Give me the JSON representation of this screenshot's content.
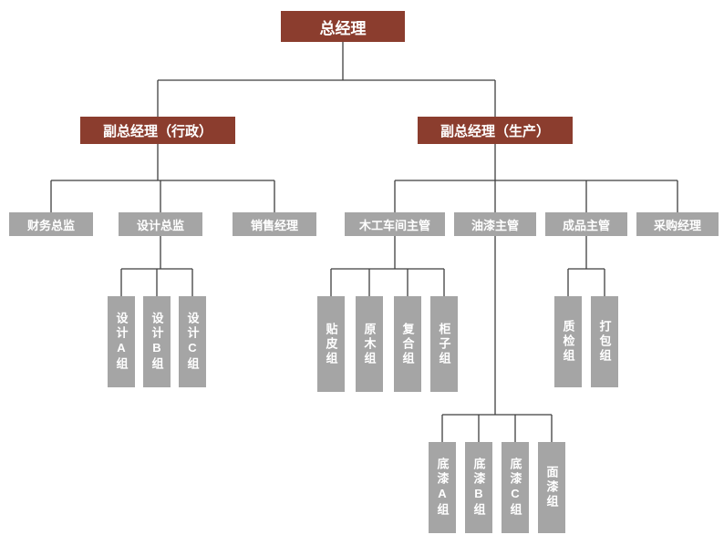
{
  "org": {
    "root": {
      "label": "总经理"
    },
    "deputies": [
      {
        "label": "副总经理（行政）"
      },
      {
        "label": "副总经理（生产）"
      }
    ],
    "managers": [
      {
        "label": "财务总监"
      },
      {
        "label": "设计总监"
      },
      {
        "label": "销售经理"
      },
      {
        "label": "木工车间主管"
      },
      {
        "label": "油漆主管"
      },
      {
        "label": "成品主管"
      },
      {
        "label": "采购经理"
      }
    ],
    "design_groups": [
      {
        "label": "设计A组"
      },
      {
        "label": "设计B组"
      },
      {
        "label": "设计C组"
      }
    ],
    "wood_groups": [
      {
        "label": "贴皮组"
      },
      {
        "label": "原木组"
      },
      {
        "label": "复合组"
      },
      {
        "label": "柜子组"
      }
    ],
    "finished_groups": [
      {
        "label": "质检组"
      },
      {
        "label": "打包组"
      }
    ],
    "paint_groups": [
      {
        "label": "底漆A组"
      },
      {
        "label": "底漆B组"
      },
      {
        "label": "底漆C组"
      },
      {
        "label": "面漆组"
      }
    ]
  },
  "colors": {
    "node_brown": "#8B3D2E",
    "node_gray": "#A5A5A5",
    "line": "#3F3F3F",
    "background": "#FFFFFF",
    "text": "#FFFFFF"
  }
}
